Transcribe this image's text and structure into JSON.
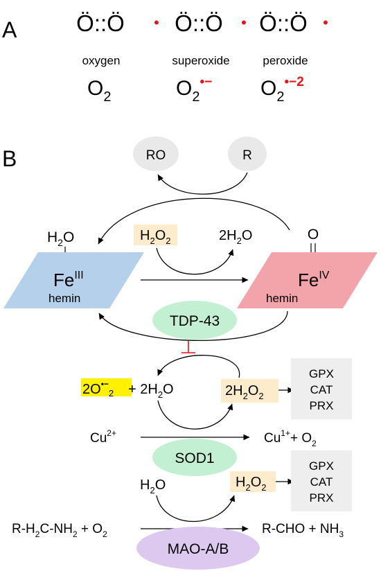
{
  "panel_a": {
    "letter": "A",
    "species": [
      {
        "lewis": "Ö::Ö",
        "name": "oxygen",
        "formula_base": "O",
        "formula_sub": "2",
        "formula_sup": ""
      },
      {
        "lewis": "Ö::Ö",
        "name": "superoxide",
        "formula_base": "O",
        "formula_sub": "2",
        "formula_sup": "•−"
      },
      {
        "lewis": "Ö::Ö",
        "name": "peroxide",
        "formula_base": "O",
        "formula_sub": "2",
        "formula_sup": "•−2"
      }
    ],
    "radical_dot": "•"
  },
  "panel_b": {
    "letter": "B",
    "ro": "RO",
    "r": "R",
    "h2o_left": {
      "a": "H",
      "sub": "2",
      "b": "O"
    },
    "h2o2_top": {
      "a": "H",
      "sub": "2",
      "b": "O",
      "sub2": "2"
    },
    "two_h2o_top": {
      "a": "2H",
      "sub": "2",
      "b": "O"
    },
    "oxo_o": "O",
    "fe3": {
      "base": "Fe",
      "sup": "III",
      "label": "hemin"
    },
    "fe4": {
      "base": "Fe",
      "sup": "IV",
      "label": "hemin"
    },
    "tdp43": "TDP-43",
    "superoxide": {
      "a": "2O",
      "sup": "•−",
      "sub": "2"
    },
    "plus_2h2o": {
      "a": "+ 2H",
      "sub": "2",
      "b": "O"
    },
    "two_h2o2": {
      "a": "2H",
      "sub": "2",
      "b": "O",
      "sub2": "2"
    },
    "enzymes_1": [
      "GPX",
      "CAT",
      "PRX"
    ],
    "cu2": {
      "a": "Cu",
      "sup": "2+"
    },
    "cu1": {
      "a": "Cu",
      "sup": "1+",
      "b": "+ O",
      "sub": "2"
    },
    "sod1": "SOD1",
    "h2o_bottom": {
      "a": "H",
      "sub": "2",
      "b": "O"
    },
    "h2o2_bottom": {
      "a": "H",
      "sub": "2",
      "b": "O",
      "sub2": "2"
    },
    "enzymes_2": [
      "GPX",
      "CAT",
      "PRX"
    ],
    "amine": {
      "a": "R-H",
      "sub": "2",
      "b": "C-NH",
      "sub2": "2",
      "c": " + O",
      "sub3": "2"
    },
    "aldehyde": {
      "a": "R-CHO + NH",
      "sub": "3"
    },
    "mao": "MAO-A/B"
  },
  "colors": {
    "red": "#e8141b",
    "fe3_fill": "#b4d0ea",
    "fe4_fill": "#f3a4aa",
    "tdp_fill": "#c3f0d2",
    "sod_fill": "#c3f0d2",
    "mao_fill": "#ddc8ef",
    "h2o2_box": "#fdeccb",
    "enzyme_box": "#eeeeee",
    "r_ellipse": "#e9e9e9",
    "highlight": "#fff200"
  }
}
